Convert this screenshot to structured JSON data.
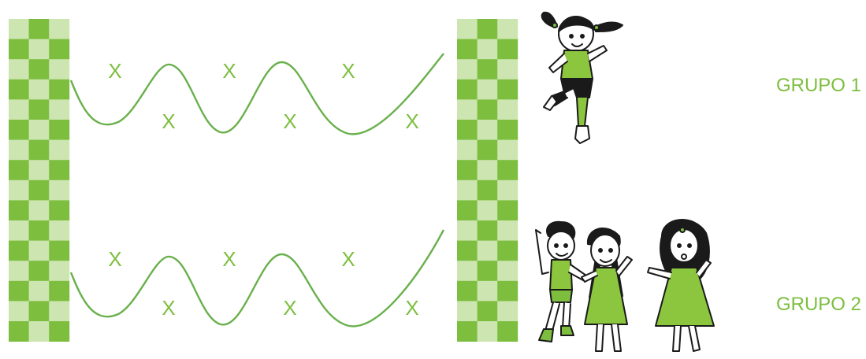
{
  "colors": {
    "dark_green": "#7DBE3F",
    "light_green": "#CDE5B0",
    "stroke": "#6AB04C",
    "skin": "#ffffff",
    "outline": "#1a1a1a"
  },
  "groups": [
    {
      "label": "GRUPO 1",
      "markers": [
        "X",
        "X",
        "X",
        "X",
        "X",
        "X"
      ]
    },
    {
      "label": "GRUPO 2",
      "markers": [
        "X",
        "X",
        "X",
        "X",
        "X",
        "X"
      ]
    }
  ],
  "icons": [
    "checkered-flag-start-icon",
    "checkered-flag-finish-icon",
    "running-girl-icon",
    "dancing-children-icon"
  ]
}
